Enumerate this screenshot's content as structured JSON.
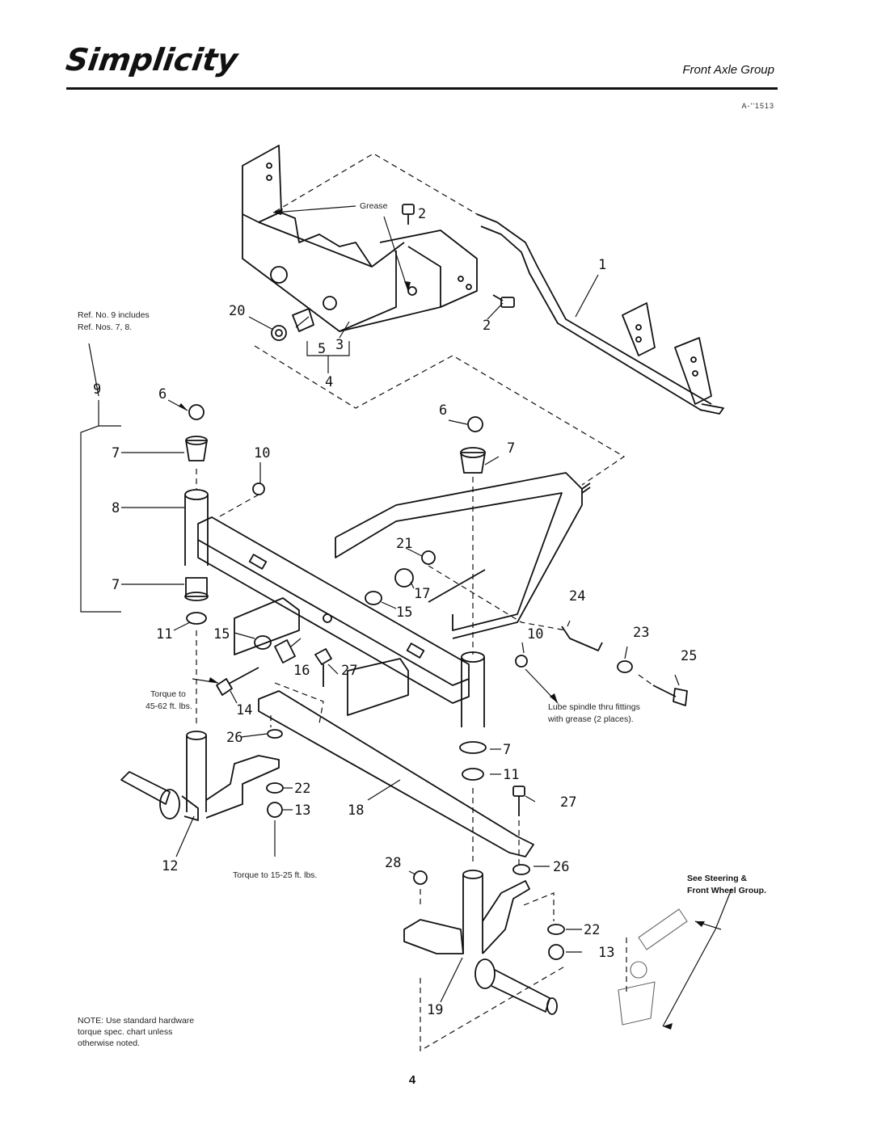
{
  "header": {
    "brand": "Simplicity",
    "section_title": "Front Axle Group",
    "doc_id": "A-''1513"
  },
  "notes": {
    "ref9_line1": "Ref. No. 9 includes",
    "ref9_line2": "Ref. Nos. 7, 8.",
    "grease": "Grease",
    "torque1_line1": "Torque to",
    "torque1_line2": "45-62 ft. lbs.",
    "lube_line1": "Lube spindle thru fittings",
    "lube_line2": "with grease (2 places).",
    "torque2": "Torque to 15-25 ft. lbs.",
    "see_line1": "See Steering &",
    "see_line2": "Front Wheel Group.",
    "note_line1": "NOTE: Use standard hardware",
    "note_line2": "torque spec. chart unless",
    "note_line3": "otherwise noted."
  },
  "callouts": {
    "c1": "1",
    "c2a": "2",
    "c2b": "2",
    "c3": "3",
    "c4": "4",
    "c5": "5",
    "c6a": "6",
    "c6b": "6",
    "c7a": "7",
    "c7b": "7",
    "c7c": "7",
    "c7d": "7",
    "c8": "8",
    "c9": "9",
    "c10a": "10",
    "c10b": "10",
    "c11a": "11",
    "c11b": "11",
    "c12": "12",
    "c13a": "13",
    "c13b": "13",
    "c14": "14",
    "c15a": "15",
    "c15b": "15",
    "c16": "16",
    "c17": "17",
    "c18": "18",
    "c19": "19",
    "c20": "20",
    "c21": "21",
    "c22a": "22",
    "c22b": "22",
    "c23": "23",
    "c24": "24",
    "c25": "25",
    "c26a": "26",
    "c26b": "26",
    "c27a": "27",
    "c27b": "27",
    "c28": "28"
  },
  "page_number": "4"
}
